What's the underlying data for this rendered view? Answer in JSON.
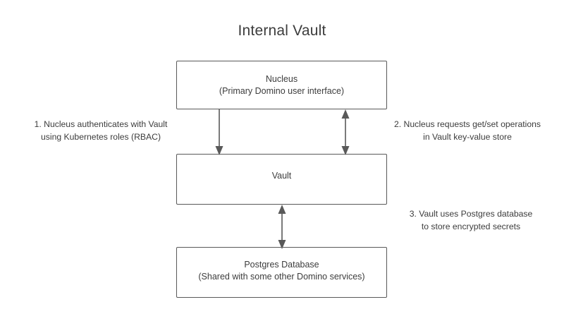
{
  "diagram": {
    "title": "Internal Vault",
    "nodes": [
      {
        "id": "nucleus",
        "line1": "Nucleus",
        "line2": "(Primary Domino user interface)"
      },
      {
        "id": "vault",
        "line1": "Vault",
        "line2": ""
      },
      {
        "id": "postgres",
        "line1": "Postgres Database",
        "line2": "(Shared with some other Domino services)"
      }
    ],
    "annotations": [
      {
        "id": "annotation-1",
        "line1": "1. Nucleus authenticates with Vault",
        "line2": "using Kubernetes roles (RBAC)"
      },
      {
        "id": "annotation-2",
        "line1": "2. Nucleus requests get/set operations",
        "line2": "in Vault key-value store"
      },
      {
        "id": "annotation-3",
        "line1": "3. Vault uses Postgres database",
        "line2": "to store encrypted secrets"
      }
    ],
    "connectors": [
      {
        "id": "nucleus-to-vault",
        "direction": "down",
        "from": "nucleus",
        "to": "vault"
      },
      {
        "id": "vault-to-nucleus-bidirectional",
        "direction": "both",
        "from": "nucleus",
        "to": "vault"
      },
      {
        "id": "vault-to-postgres-bidirectional",
        "direction": "both",
        "from": "vault",
        "to": "postgres"
      }
    ],
    "colors": {
      "background": "#ffffff",
      "box_border": "#595959",
      "text": "#3c3c3c",
      "connector": "#595959"
    }
  }
}
